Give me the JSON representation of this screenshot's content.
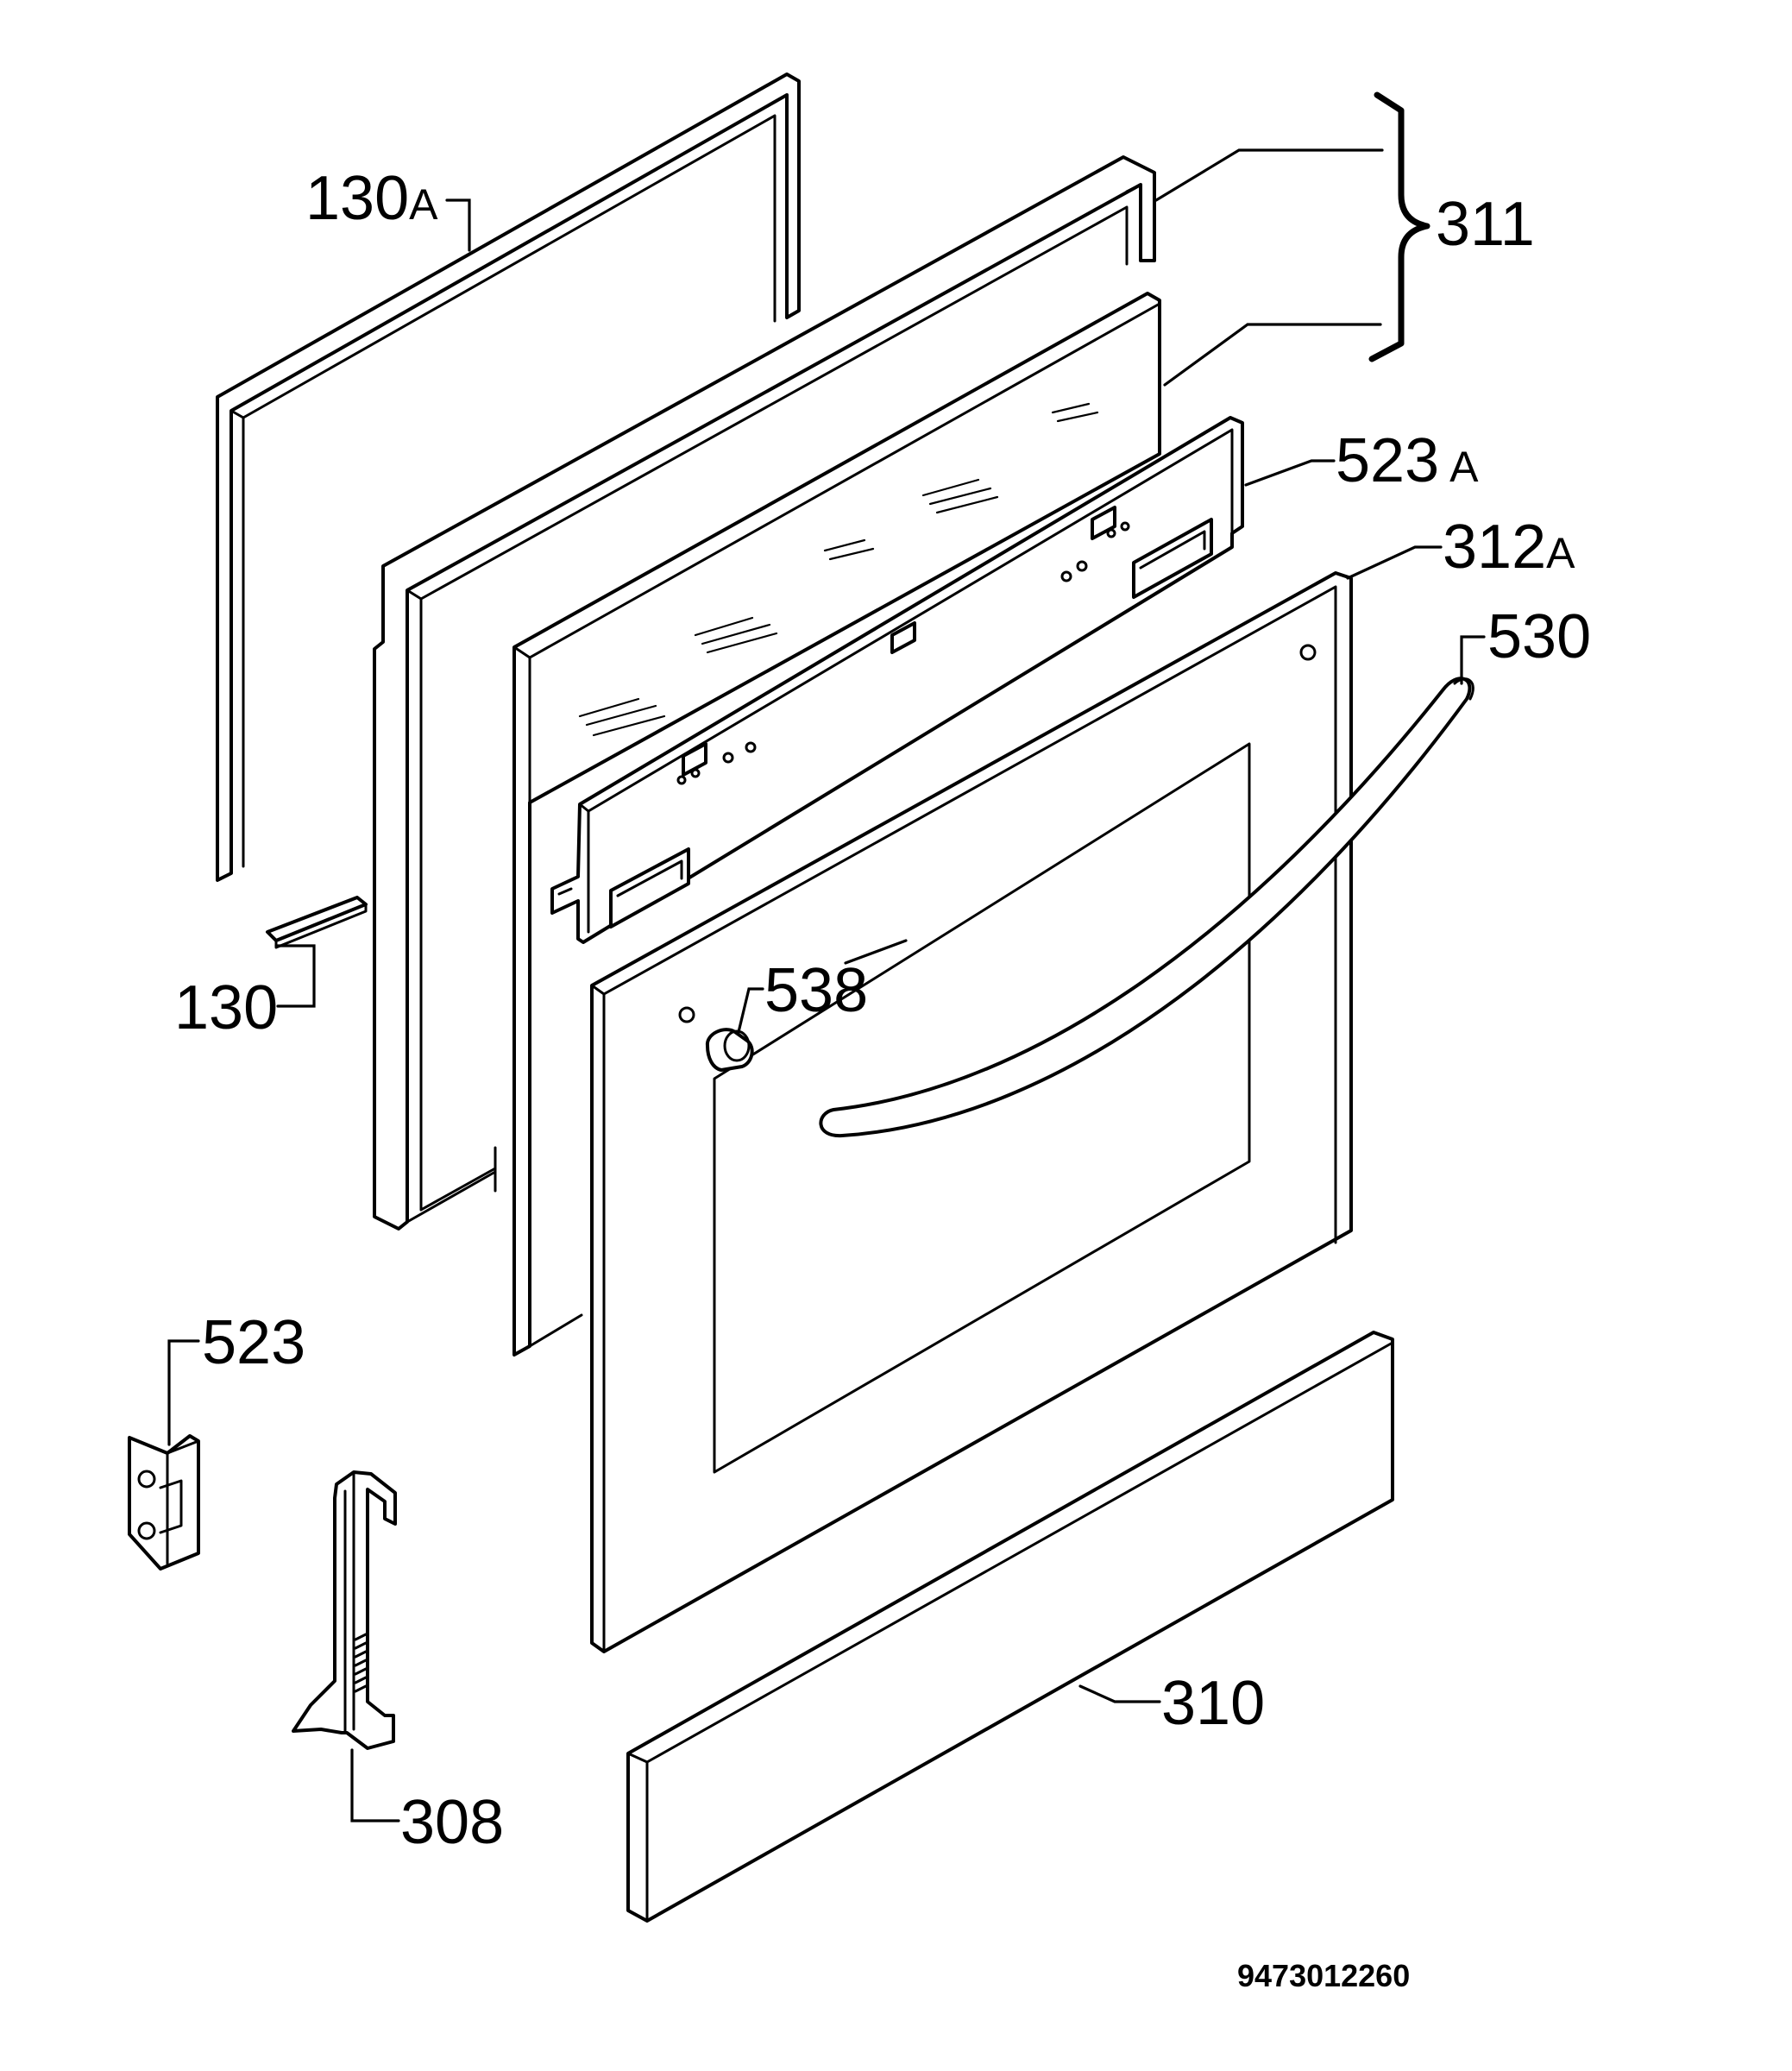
{
  "callouts": {
    "p130A": {
      "label": "130",
      "suffix": "A"
    },
    "p130": {
      "label": "130"
    },
    "p311": {
      "label": "311"
    },
    "p523A": {
      "label": "523",
      "suffix": "A"
    },
    "p312A": {
      "label": "312",
      "suffix": "A"
    },
    "p530": {
      "label": "530"
    },
    "p538": {
      "label": "538"
    },
    "p523": {
      "label": "523"
    },
    "p308": {
      "label": "308"
    },
    "p310": {
      "label": "310"
    }
  },
  "document_number": "9473012260",
  "colors": {
    "line": "#000000",
    "background": "#ffffff"
  }
}
